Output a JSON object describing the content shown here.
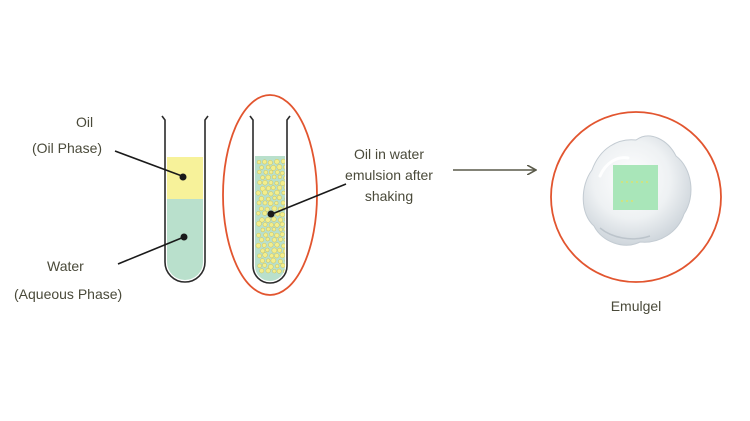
{
  "labels": {
    "oil": "Oil",
    "oil_phase": "(Oil Phase)",
    "water": "Water",
    "aqueous_phase": "(Aqueous Phase)",
    "emulsion": "Oil in water emulsion after shaking",
    "emulgel": "Emulgel"
  },
  "colors": {
    "oil_layer": "#f7f29a",
    "water_layer": "#b9e0cc",
    "droplet_fill": "#f3ee8c",
    "droplet_stroke": "#c9c060",
    "highlight_circle": "#e2552f",
    "pointer_line": "#1a1a1a",
    "arrow": "#5a5a4a",
    "gel_sample": "#a9e6b9"
  },
  "icons": {
    "arrow": "right-arrow-icon"
  }
}
